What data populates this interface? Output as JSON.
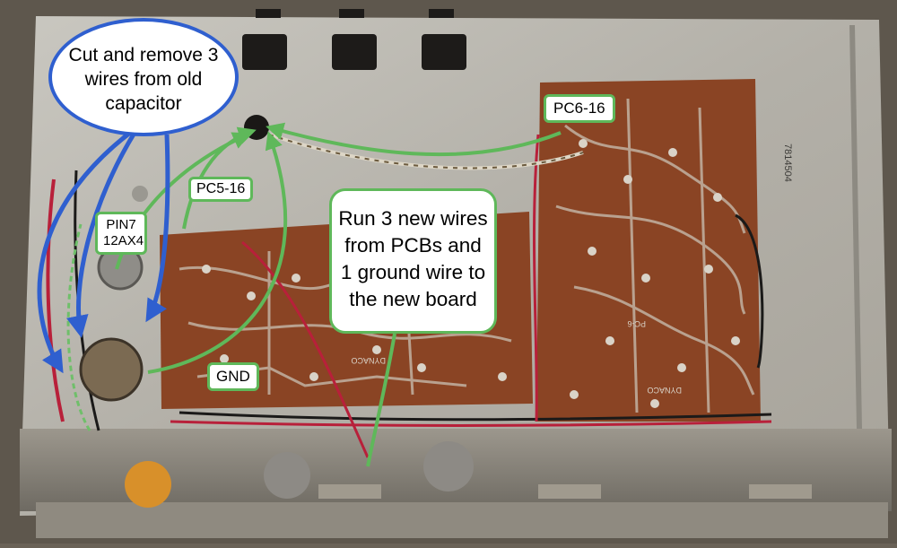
{
  "annotations": {
    "cut_remove": "Cut and remove 3 wires from old capacitor",
    "run_new_wires": "Run 3 new wires from PCBs and 1 ground wire to the new board",
    "pc5_16": "PC5-16",
    "pc6_16": "PC6-16",
    "gnd": "GND",
    "pin7_line1": "PIN7",
    "pin7_line2": "12AX4"
  },
  "board_silkscreen": {
    "left_board_brand": "DYNACO",
    "right_board_brand": "DYNACO",
    "right_board_id": "PC-6",
    "serial_number": "7814504"
  },
  "colors": {
    "chassis": "#b9b6ae",
    "pcb": "#8a4424",
    "green_arrow": "#5fb85a",
    "blue_arrow": "#2f5fcf",
    "label_fill": "#ffffff"
  }
}
